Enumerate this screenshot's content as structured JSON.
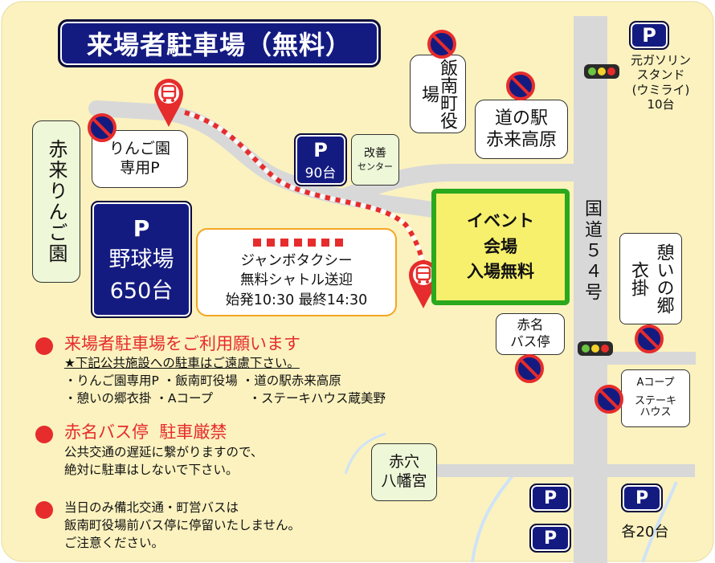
{
  "title": "来場者駐車場（無料）",
  "colors": {
    "background": "#fbf2bf",
    "road": "#d8d8d8",
    "navy": "#141b80",
    "event_fill": "#f7f06c",
    "event_border": "#2aa81e",
    "shuttle_border": "#f5a623",
    "red": "#e62c2c",
    "river": "#cfe3f7"
  },
  "icons": {
    "no_parking": "no-parking-icon",
    "parking": "parking-icon",
    "bus_pin": "bus-stop-pin-icon",
    "traffic_light": "traffic-light-icon",
    "bullet": "red-bullet-icon"
  },
  "places": {
    "akagi_ringo": "赤来りんご園",
    "ringo_parking": {
      "line1": "りんご園",
      "line2": "専用P"
    },
    "iinan_office": "飯南町役場",
    "michinoeki": {
      "line1": "道の駅",
      "line2": "赤来高原"
    },
    "kaizen_center": {
      "line1": "改善",
      "line2": "センター"
    },
    "ikoi": {
      "col1": "憩いの郷",
      "col2": "衣掛"
    },
    "akana_bus": {
      "line1": "赤名",
      "line2": "バス停"
    },
    "acoop": {
      "line1": "Aコープ",
      "line2": "ステーキ",
      "line3": "ハウス"
    },
    "akaana": {
      "line1": "赤穴",
      "line2": "八幡宮"
    },
    "gasoline": {
      "line1": "元ガソリン",
      "line2": "スタンド",
      "line3": "(ウミライ)",
      "line4": "10台"
    },
    "route": "国道５４号"
  },
  "parking": {
    "p_label": "P",
    "center": {
      "count": "90台"
    },
    "baseball": {
      "name": "野球場",
      "count": "650台"
    },
    "bottom_count": "各20台"
  },
  "event": {
    "line1": "イベント",
    "line2": "会場",
    "line3": "入場無料"
  },
  "shuttle": {
    "line1": "ジャンボタクシー",
    "line2": "無料シャトル送迎",
    "line3": "始発10:30  最終14:30"
  },
  "notes": {
    "n1": {
      "heading": "来場者駐車場をご利用願います",
      "sub": "★下記公共施設への駐車はご遠慮下さい。",
      "row1": "・りんご園専用P ・飯南町役場 ・道の駅赤来高原",
      "row2": "・憩いの郷衣掛 ・Aコープ         ・ステーキハウス蔵美野"
    },
    "n2": {
      "heading": "赤名バス停  駐車厳禁",
      "line1": "公共交通の遅延に繋がりますので、",
      "line2": "絶対に駐車はしないで下さい。"
    },
    "n3": {
      "line1": "当日のみ備北交通・町営バスは",
      "line2": "飯南町役場前バス停に停留いたしません。",
      "line3": "ご注意ください。"
    }
  }
}
